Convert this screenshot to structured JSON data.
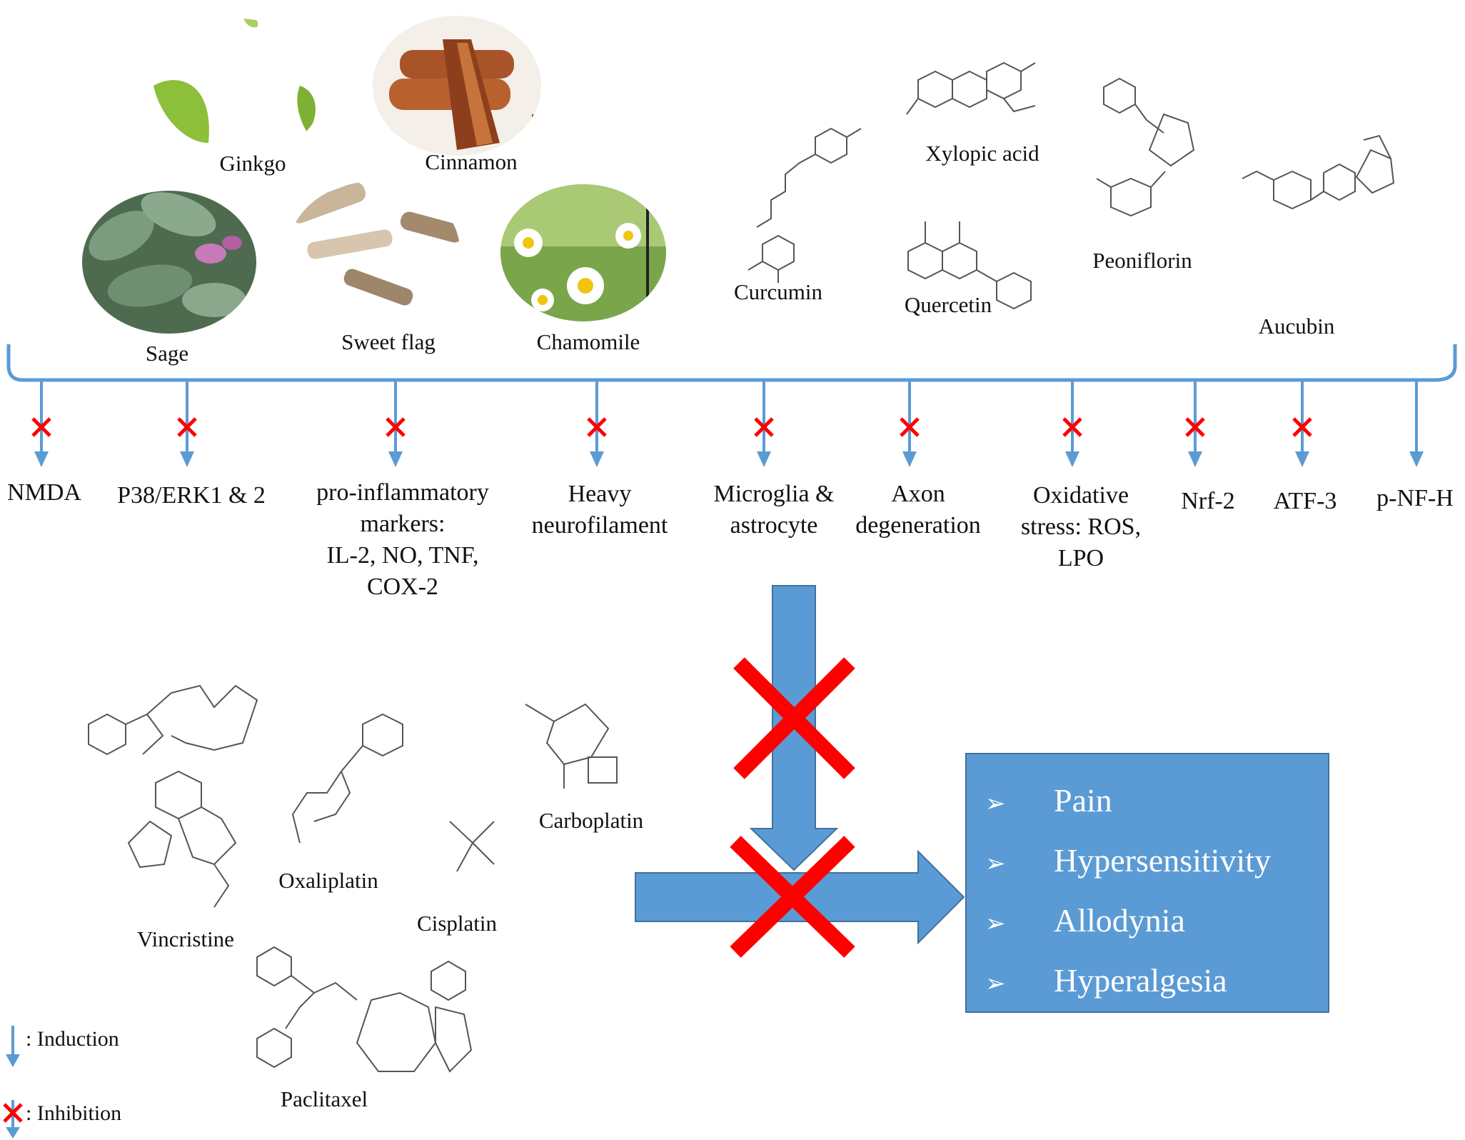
{
  "herbs": [
    {
      "name": "Ginkgo"
    },
    {
      "name": "Cinnamon"
    },
    {
      "name": "Sage"
    },
    {
      "name": "Sweet flag"
    },
    {
      "name": "Chamomile"
    }
  ],
  "compounds": [
    {
      "name": "Curcumin"
    },
    {
      "name": "Xylopic acid"
    },
    {
      "name": "Quercetin"
    },
    {
      "name": "Peoniflorin"
    },
    {
      "name": "Aucubin"
    }
  ],
  "targets": [
    {
      "lines": [
        "NMDA"
      ],
      "effect": "inhibition"
    },
    {
      "lines": [
        "P38/ERK1 & 2"
      ],
      "effect": "inhibition"
    },
    {
      "lines": [
        "pro-inflammatory",
        "markers:",
        "IL-2, NO, TNF,",
        "COX-2"
      ],
      "effect": "inhibition"
    },
    {
      "lines": [
        "Heavy",
        "neurofilament"
      ],
      "effect": "inhibition"
    },
    {
      "lines": [
        "Microglia &",
        "astrocyte"
      ],
      "effect": "inhibition"
    },
    {
      "lines": [
        "Axon",
        "degeneration"
      ],
      "effect": "inhibition"
    },
    {
      "lines": [
        "Oxidative",
        "stress: ROS,",
        "LPO"
      ],
      "effect": "inhibition"
    },
    {
      "lines": [
        "Nrf-2"
      ],
      "effect": "inhibition"
    },
    {
      "lines": [
        "ATF-3"
      ],
      "effect": "inhibition"
    },
    {
      "lines": [
        "p-NF-H"
      ],
      "effect": "induction"
    }
  ],
  "drugs": [
    {
      "name": "Vincristine"
    },
    {
      "name": "Oxaliplatin"
    },
    {
      "name": "Cisplatin"
    },
    {
      "name": "Carboplatin"
    },
    {
      "name": "Paclitaxel"
    }
  ],
  "outcomes": {
    "bullet": "➢",
    "items": [
      "Pain",
      "Hypersensitivity",
      "Allodynia",
      "Hyperalgesia"
    ]
  },
  "legend": {
    "induction": ": Induction",
    "inhibition": ": Inhibition"
  },
  "colors": {
    "arrow_blue": "#5b9bd5",
    "arrow_outline": "#41719c",
    "inhibit_red": "#ff0000",
    "outcome_fill": "#5b9bd5",
    "outcome_text": "#ffffff"
  }
}
